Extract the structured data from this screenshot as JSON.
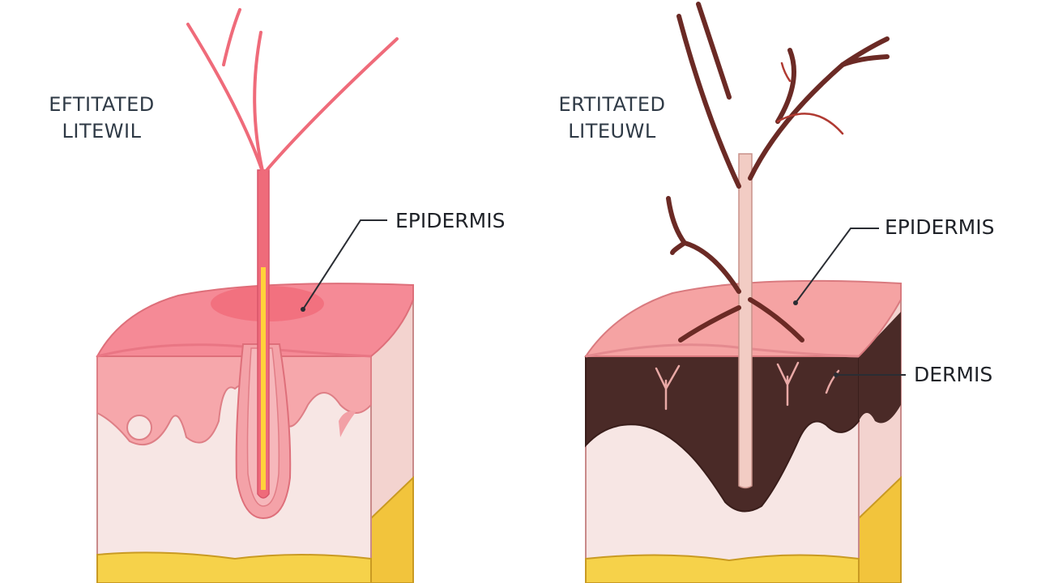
{
  "left_panel": {
    "title_line1": "EFTITATED",
    "title_line2": "LITEWIL",
    "epidermis_label": "EPIDERMIS",
    "colors": {
      "skin": "#f08a93",
      "skin_light": "#f9c9c6",
      "fat": "#f6d24a",
      "hair": "#ef6b7a",
      "hair_core": "#ffd23a"
    }
  },
  "right_panel": {
    "title_line1": "ERTITATED",
    "title_line2": "LITEUWL",
    "epidermis_label": "EPIDERMIS",
    "dermis_label": "DERMIS",
    "colors": {
      "skin": "#f5a3a3",
      "dermis": "#4a2a27",
      "fat": "#f6d24a",
      "branch": "#6b2a25",
      "core": "#f2ccc4"
    }
  }
}
